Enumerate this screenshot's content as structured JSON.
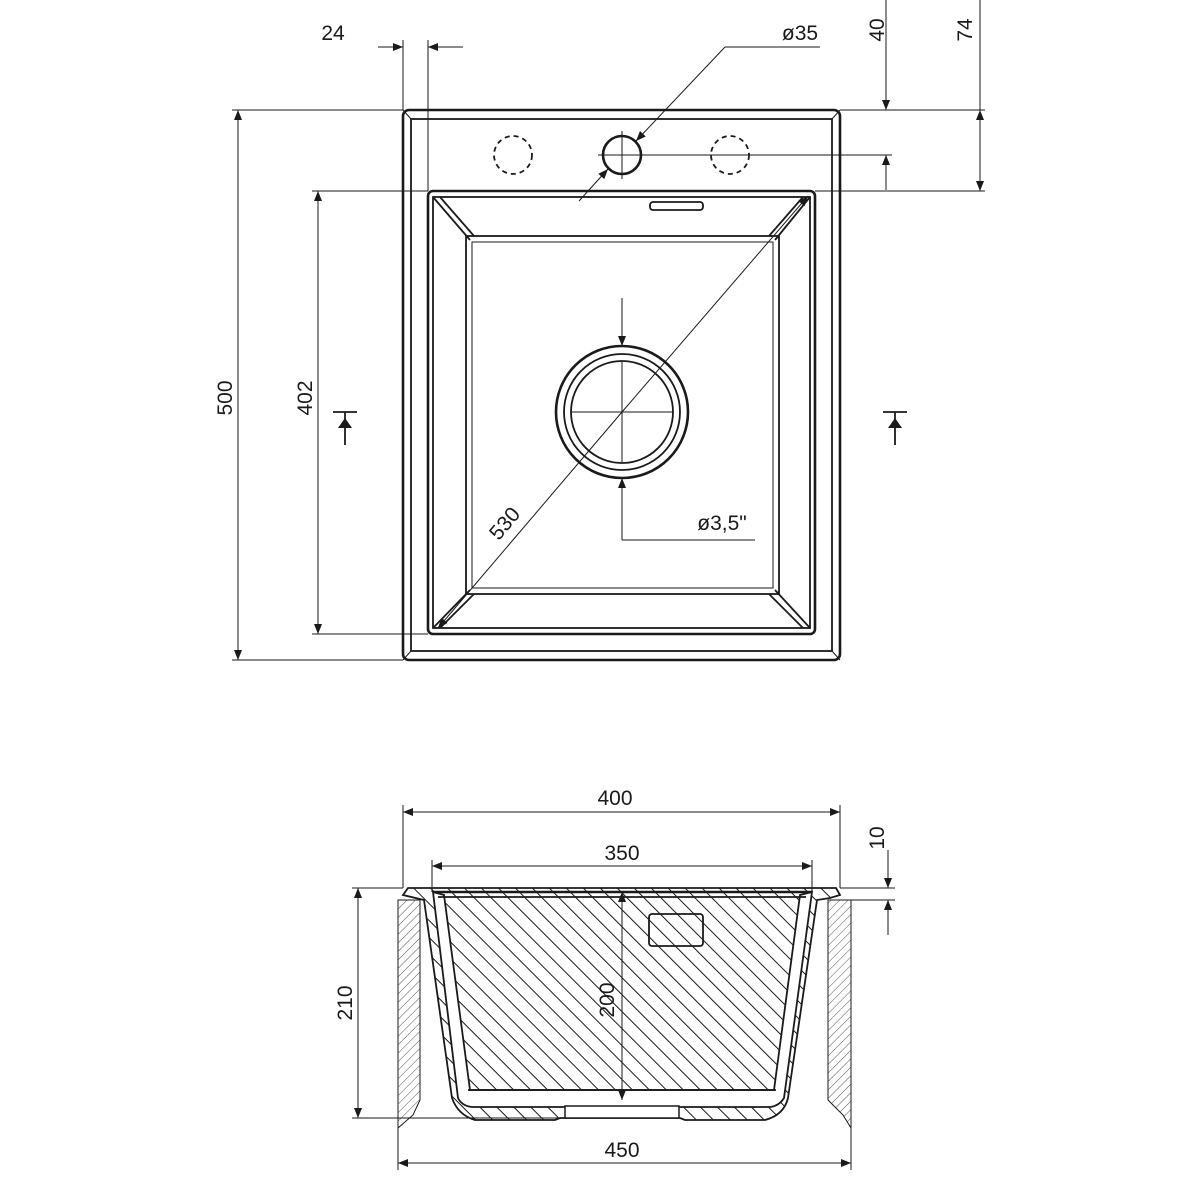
{
  "title": "Sink technical drawing",
  "top_view": {
    "dim_flange": "24",
    "dim_tap_hole": "ø35",
    "dim_tap_offset": "40",
    "dim_bowl_offset": "74",
    "dim_total_length": "500",
    "dim_bowl_length": "402",
    "dim_diagonal": "530",
    "dim_drain": "ø3,5\""
  },
  "section_view": {
    "dim_total_width": "400",
    "dim_bowl_width": "350",
    "dim_rim": "10",
    "dim_total_depth": "210",
    "dim_bowl_depth": "200",
    "dim_cabinet": "450"
  },
  "colors": {
    "line": "#1a1a1a",
    "background": "#ffffff"
  }
}
